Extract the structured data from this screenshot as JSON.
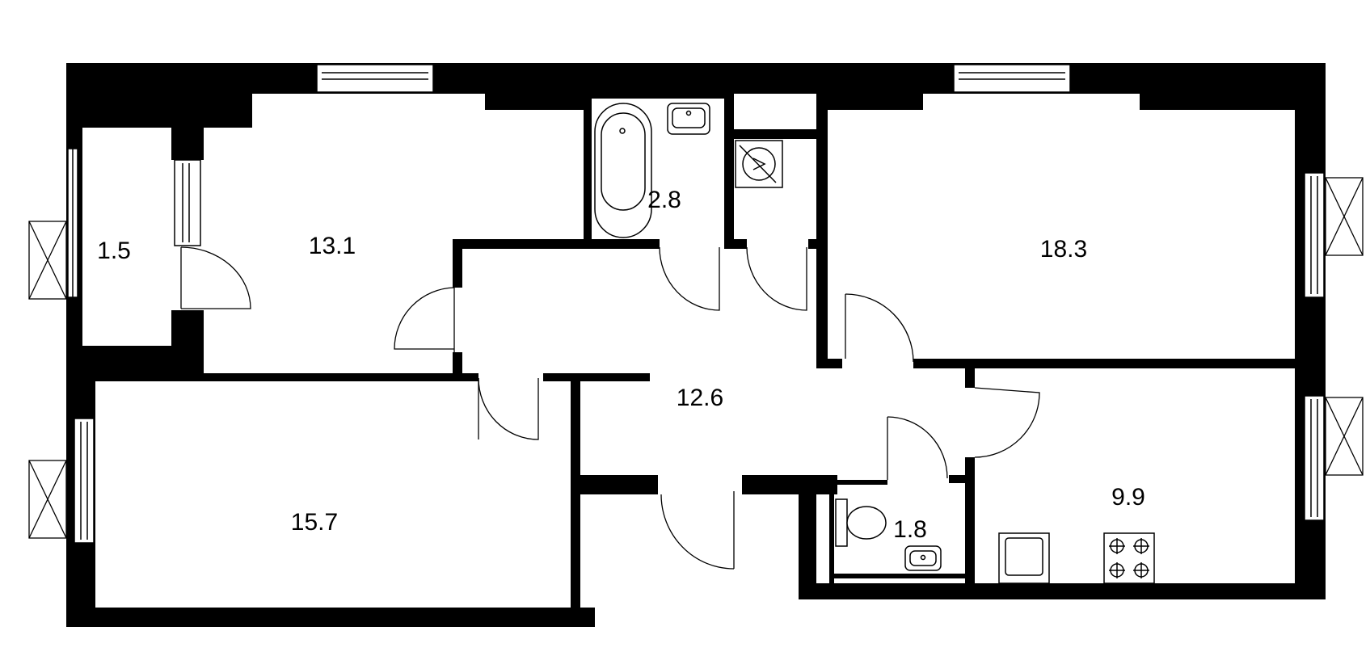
{
  "rooms": [
    {
      "id": "balcony",
      "area": "1.5"
    },
    {
      "id": "bedroom",
      "area": "13.1"
    },
    {
      "id": "bathroom",
      "area": "2.8"
    },
    {
      "id": "living-room",
      "area": "18.3"
    },
    {
      "id": "hallway",
      "area": "12.6"
    },
    {
      "id": "bedroom-2",
      "area": "15.7"
    },
    {
      "id": "toilet",
      "area": "1.8"
    },
    {
      "id": "kitchen",
      "area": "9.9"
    }
  ],
  "colors": {
    "wall": "#000000",
    "background": "#ffffff"
  }
}
